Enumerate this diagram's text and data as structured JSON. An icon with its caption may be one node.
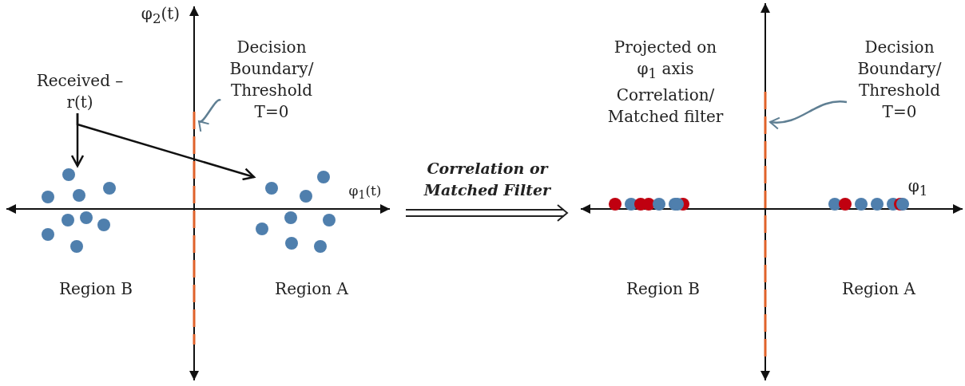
{
  "diagram": {
    "nodes": [
      {
        "text": [
          "Received – r(t)"
        ]
      },
      {
        "text": [],
        "shape": "dots"
      },
      {
        "text": [],
        "shape": "dots"
      },
      {
        "text": [
          "Decision Boundary/ Threshold T=0"
        ]
      },
      {
        "text": [],
        "shape": "line"
      },
      {
        "text": [
          "Decision Boundary/ Threshold T=0"
        ]
      },
      {
        "text": [],
        "shape": "line"
      },
      {
        "text": [],
        "shape": "dots"
      },
      {
        "text": [],
        "shape": "dots"
      }
    ],
    "edges": [
      {
        "from": 0,
        "to": 1,
        "arrow": "to"
      },
      {
        "from": 0,
        "to": 2,
        "arrow": "to"
      },
      {
        "from": 3,
        "to": 4,
        "arrow": "to",
        "color": "#5f7f93"
      },
      {
        "from": 5,
        "to": 6,
        "arrow": "to",
        "color": "#5f7f93"
      }
    ],
    "labels": [
      "φ$_{2}$(t)",
      "φ$_{1}$(t)",
      "Region B",
      "Region A",
      "Correlation or Matched Filter",
      "Projected on φ$_{1}$ axis Correlation/ Matched filter",
      "φ$_{1}$",
      "Region B",
      "Region A"
    ]
  }
}
